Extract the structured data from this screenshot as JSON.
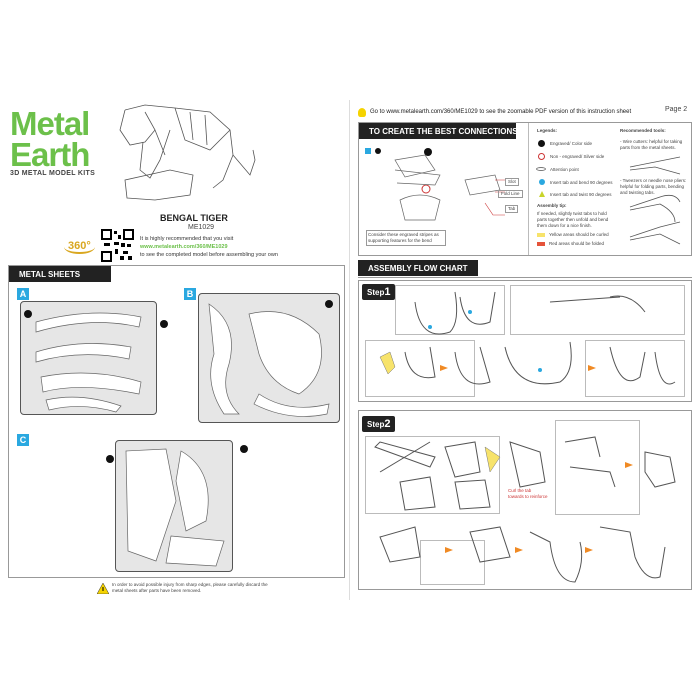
{
  "left_page": {
    "brand": {
      "line1": "Metal",
      "line2": "Earth",
      "tagline": "3D METAL MODEL KITS"
    },
    "model_name": "BENGAL TIGER",
    "model_code": "ME1029",
    "badge_360": "360°",
    "visit_text": "It is highly recommended that you visit",
    "visit_url": "www.metalearth.com/360/ME1029",
    "visit_text2": "to see the completed model before assembling your own",
    "metal_sheets": {
      "header": "METAL SHEETS",
      "sheets": [
        "A",
        "B",
        "C"
      ]
    },
    "warning": "In order to avoid possible injury from sharp edges, please carefully discard the metal sheets after parts have been removed."
  },
  "right_page": {
    "tip": "Go to www.metalearth.com/360/ME1029 to see the zoomable PDF version of this instruction sheet",
    "page_label": "Page 2",
    "connections": {
      "header": "TO CREATE THE BEST CONNECTIONS",
      "note": "Consider these engraved stripes as supporting features for the bend",
      "callouts": [
        "Slot",
        "Fold Line",
        "Tab"
      ],
      "legend_title": "Legends:",
      "legend": [
        "Engraved/ Color side",
        "Non - engraved/ Silver side",
        "Attention point",
        "Insert tab and bend 90 degrees",
        "Insert tab and twist 90 degrees"
      ],
      "tip_title": "Assembly tip:",
      "tip_text": "If needed, slightly twist tabs to hold parts together then unfold and bend them down for a nice finish.",
      "yellow_note": "Yellow areas should be curled",
      "red_note": "Red areas should be folded",
      "tools_title": "Recommended tools:",
      "tool1": "- Wire cutters: helpful for taking parts from the metal sheets.",
      "tool2": "- Tweezers or needle nose pliers: helpful for folding parts, bending and twisting tabs."
    },
    "flow": {
      "header": "ASSEMBLY FLOW CHART",
      "steps": [
        {
          "label": "Step",
          "num": "1"
        },
        {
          "label": "Step",
          "num": "2"
        }
      ],
      "note": "Curl the tab towards to reinforce"
    }
  },
  "colors": {
    "brand_green": "#6cc04a",
    "accent_blue": "#2aa8e0",
    "header_dark": "#222222",
    "arrow_orange": "#f08a24"
  }
}
